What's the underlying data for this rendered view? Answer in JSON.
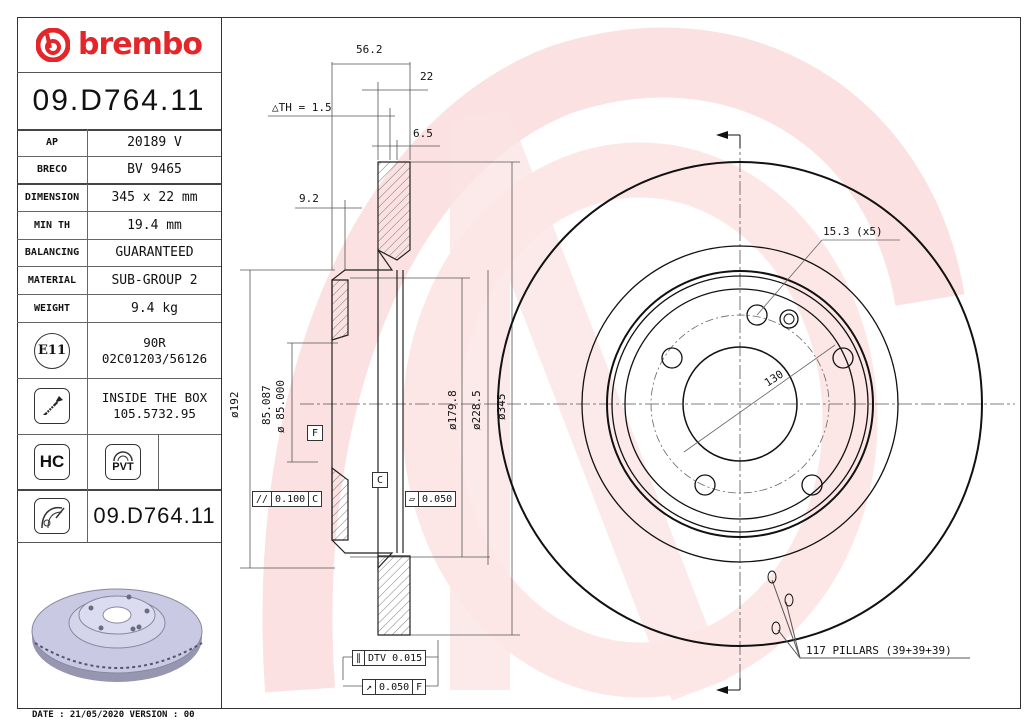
{
  "brand": {
    "name": "brembo",
    "color": "#e3262a",
    "watermark_color": "#fbe0e0"
  },
  "part_number": "09.D764.11",
  "specs": [
    {
      "label": "AP",
      "value": "20189 V"
    },
    {
      "label": "BRECO",
      "value": "BV 9465"
    },
    {
      "label": "DIMENSION",
      "value": "345 x 22 mm"
    },
    {
      "label": "MIN TH",
      "value": "19.4 mm"
    },
    {
      "label": "BALANCING",
      "value": "GUARANTEED"
    },
    {
      "label": "MATERIAL",
      "value": "SUB-GROUP 2"
    },
    {
      "label": "WEIGHT",
      "value": "9.4 kg"
    }
  ],
  "certification": {
    "icon": "e11-approval-icon",
    "badge": "E11",
    "line1": "90R",
    "line2": "02C01203/56126"
  },
  "screw": {
    "icon": "screw-icon",
    "line1": "INSIDE THE BOX",
    "line2": "105.5732.95"
  },
  "features": {
    "hc_label": "HC",
    "pvt_label": "PVT"
  },
  "disc_part_number": "09.D764.11",
  "footer": {
    "text": "DATE : 21/05/2020 VERSION : 00"
  },
  "dimensions": {
    "overall_width": "56.2",
    "thickness": "22",
    "delta_th": "△TH = 1.5",
    "groove": "6.5",
    "hat_offset": "9.2",
    "dia_192": "ø192",
    "bore_upper": "85.087",
    "bore_lower": "ø 85.000",
    "dia_179": "ø179.8",
    "dia_228": "ø228.5",
    "dia_345": "ø345",
    "bolt_holes": "15.3 (x5)",
    "pcd": "130",
    "pillars": "117 PILLARS (39+39+39)",
    "datum_f": "F",
    "datum_c": "C",
    "parallelism": {
      "symbol": "//",
      "value": "0.100",
      "datum": "C"
    },
    "flatness": {
      "symbol": "▱",
      "value": "0.050"
    },
    "dtv": {
      "symbol": "∥",
      "value": "DTV 0.015"
    },
    "runout": {
      "symbol": "↗",
      "value": "0.050",
      "datum": "F"
    }
  }
}
